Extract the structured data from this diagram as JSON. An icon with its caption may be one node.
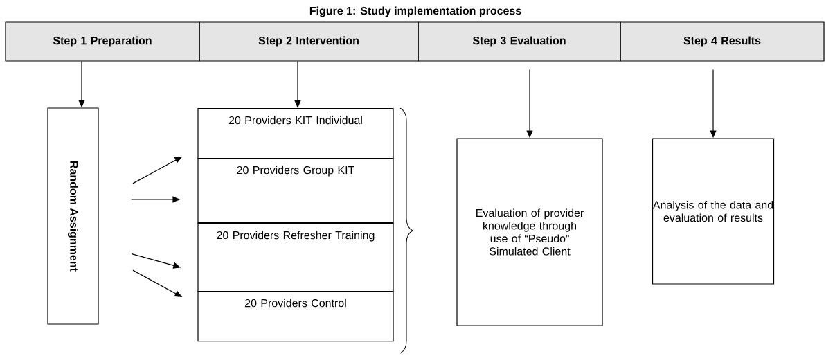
{
  "diagram": {
    "title": "Figure 1: Study implementation process",
    "nodes": [
      {
        "text": [
          "Step 1 Preparation"
        ]
      },
      {
        "text": [
          "Step 2 Intervention"
        ]
      },
      {
        "text": [
          "Step 3 Evaluation"
        ]
      },
      {
        "text": [
          "Step 4 Results"
        ]
      },
      {
        "text": [
          "Random Assignment"
        ]
      },
      {
        "text": [
          "20 Providers KIT Individual"
        ]
      },
      {
        "text": [
          "20 Providers Group KIT"
        ]
      },
      {
        "text": [
          "20 Providers Refresher Training"
        ]
      },
      {
        "text": [
          "20 Providers Control"
        ]
      },
      {
        "text": [
          "Evaluation of provider knowledge through use of “Pseudo” Simulated Client"
        ]
      },
      {
        "text": [
          "Analysis of the data and evaluation of results"
        ]
      }
    ],
    "edges": [
      {
        "from": 0,
        "to": 4,
        "arrow": "to"
      },
      {
        "from": 1,
        "to": 5,
        "arrow": "to"
      },
      {
        "from": 2,
        "to": 9,
        "arrow": "to"
      },
      {
        "from": 3,
        "to": 10,
        "arrow": "to"
      },
      {
        "from": 4,
        "to": 5,
        "arrow": "to"
      },
      {
        "from": 4,
        "to": 6,
        "arrow": "to"
      },
      {
        "from": 4,
        "to": 7,
        "arrow": "to"
      },
      {
        "from": 4,
        "to": 8,
        "arrow": "to"
      }
    ]
  }
}
